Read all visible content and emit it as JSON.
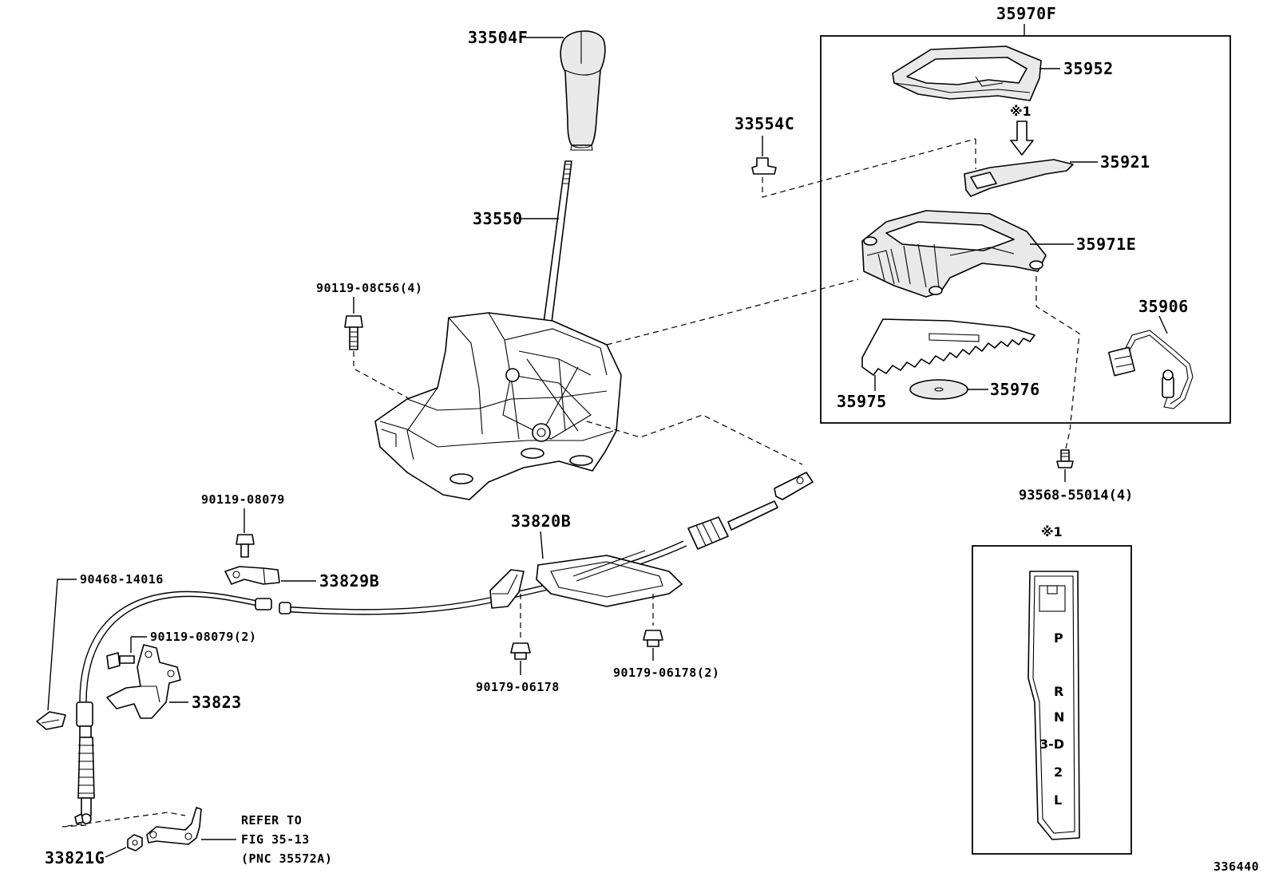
{
  "diagram": {
    "figure_number": "336440",
    "note_symbol": "※1",
    "parts": [
      {
        "id": "p-33504F",
        "label": "33504F"
      },
      {
        "id": "p-33550",
        "label": "33550"
      },
      {
        "id": "p-90119-08C56",
        "label": "90119-08C56(4)"
      },
      {
        "id": "p-33554C",
        "label": "33554C"
      },
      {
        "id": "p-35970F",
        "label": "35970F"
      },
      {
        "id": "p-35952",
        "label": "35952"
      },
      {
        "id": "p-35921",
        "label": "35921"
      },
      {
        "id": "p-35971E",
        "label": "35971E"
      },
      {
        "id": "p-35906",
        "label": "35906"
      },
      {
        "id": "p-35975",
        "label": "35975"
      },
      {
        "id": "p-35976",
        "label": "35976"
      },
      {
        "id": "p-93568-55014",
        "label": "93568-55014(4)"
      },
      {
        "id": "p-90119-08079",
        "label": "90119-08079"
      },
      {
        "id": "p-33829B",
        "label": "33829B"
      },
      {
        "id": "p-33820B",
        "label": "33820B"
      },
      {
        "id": "p-90468-14016",
        "label": "90468-14016"
      },
      {
        "id": "p-90119-08079-2",
        "label": "90119-08079(2)"
      },
      {
        "id": "p-33823",
        "label": "33823"
      },
      {
        "id": "p-90179-06178",
        "label": "90179-06178"
      },
      {
        "id": "p-90179-06178-2",
        "label": "90179-06178(2)"
      },
      {
        "id": "p-33821G",
        "label": "33821G"
      }
    ],
    "refer_note": [
      "REFER TO",
      "FIG 35-13",
      "(PNC 35572A)"
    ],
    "indicator": {
      "title": "※1",
      "positions": [
        "P",
        "R",
        "N",
        "3-D",
        "2",
        "L"
      ]
    }
  }
}
